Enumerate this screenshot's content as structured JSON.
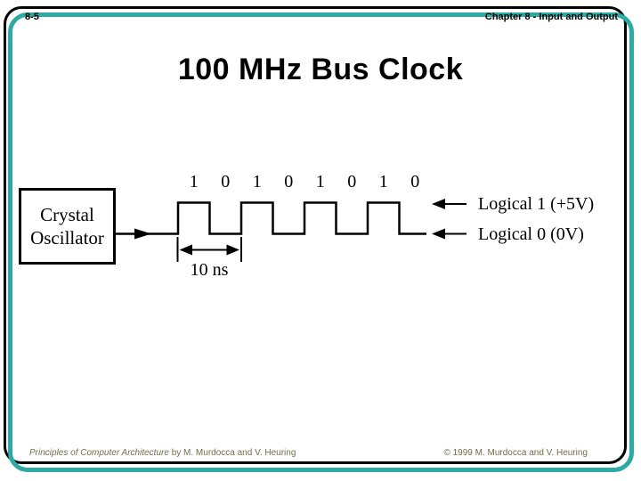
{
  "slide": {
    "slide_number": "8-5",
    "chapter_header": "Chapter 8 - Input and Output",
    "title": "100 MHz Bus Clock"
  },
  "diagram": {
    "oscillator_label_line1": "Crystal",
    "oscillator_label_line2": "Oscillator",
    "bits": [
      "1",
      "0",
      "1",
      "0",
      "1",
      "0",
      "1",
      "0"
    ],
    "period_label": "10 ns",
    "logical_1_label": "Logical 1 (+5V)",
    "logical_0_label": "Logical 0 (0V)"
  },
  "footer": {
    "left_italic": "Principles of Computer Architecture",
    "left_rest": " by M. Murdocca and V. Heuring",
    "right": "© 1999 M. Murdocca and V. Heuring"
  },
  "colors": {
    "border_teal": "#2ea9a3",
    "border_black": "#000000",
    "text_black": "#000000",
    "footer_olive": "#6f6f49",
    "background": "#ffffff"
  }
}
